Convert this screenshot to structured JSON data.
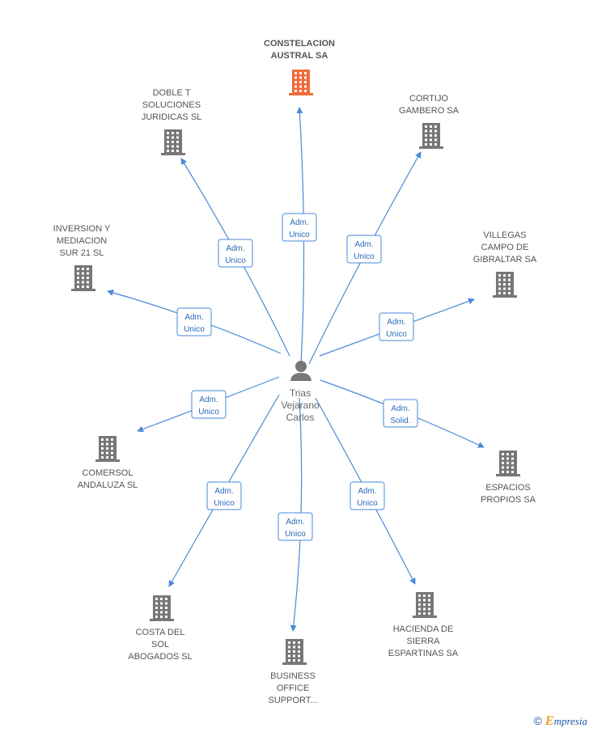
{
  "center": {
    "name_lines": [
      "Trias",
      "Vejarano",
      "Carlos"
    ],
    "icon": "person-icon"
  },
  "companies": [
    {
      "id": "constelacion",
      "lines": [
        "CONSTELACION",
        "AUSTRAL SA"
      ],
      "highlight": true,
      "relation": [
        "Adm.",
        "Unico"
      ]
    },
    {
      "id": "doble-t",
      "lines": [
        "DOBLE T",
        "SOLUCIONES",
        "JURIDICAS SL"
      ],
      "highlight": false,
      "relation": [
        "Adm.",
        "Unico"
      ]
    },
    {
      "id": "cortijo",
      "lines": [
        "CORTIJO",
        "GAMBERO SA"
      ],
      "highlight": false,
      "relation": [
        "Adm.",
        "Unico"
      ]
    },
    {
      "id": "inversion",
      "lines": [
        "INVERSION Y",
        "MEDIACION",
        "SUR 21 SL"
      ],
      "highlight": false,
      "relation": [
        "Adm.",
        "Unico"
      ]
    },
    {
      "id": "villegas",
      "lines": [
        "VILLEGAS",
        "CAMPO DE",
        "GIBRALTAR SA"
      ],
      "highlight": false,
      "relation": [
        "Adm.",
        "Unico"
      ]
    },
    {
      "id": "comersol",
      "lines": [
        "COMERSOL",
        "ANDALUZA SL"
      ],
      "highlight": false,
      "relation": [
        "Adm.",
        "Unico"
      ]
    },
    {
      "id": "espacios",
      "lines": [
        "ESPACIOS",
        "PROPIOS SA"
      ],
      "highlight": false,
      "relation": [
        "Adm.",
        "Solid."
      ]
    },
    {
      "id": "costa",
      "lines": [
        "COSTA DEL",
        "SOL",
        "ABOGADOS SL"
      ],
      "highlight": false,
      "relation": [
        "Adm.",
        "Unico"
      ]
    },
    {
      "id": "business",
      "lines": [
        "BUSINESS",
        "OFFICE",
        "SUPPORT..."
      ],
      "highlight": false,
      "relation": [
        "Adm.",
        "Unico"
      ]
    },
    {
      "id": "hacienda",
      "lines": [
        "HACIENDA DE",
        "SIERRA",
        "ESPARTINAS SA"
      ],
      "highlight": false,
      "relation": [
        "Adm.",
        "Unico"
      ]
    }
  ],
  "colors": {
    "edge": "#4a8ad8",
    "building": "#777777",
    "highlight": "#f26b3a"
  },
  "credit": {
    "symbol": "©",
    "brand_initial": "E",
    "brand_rest": "mpresia"
  }
}
